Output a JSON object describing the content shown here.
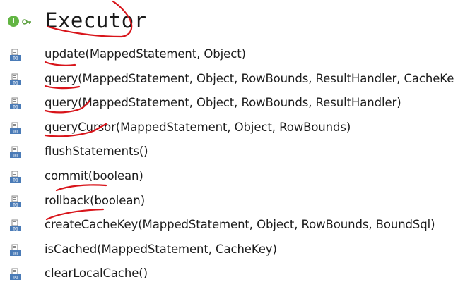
{
  "interface": {
    "title": "Executor",
    "badge_letter": "I",
    "badge_color": "#62b543",
    "icons": [
      "interface-icon",
      "lock-icon"
    ]
  },
  "methods": [
    {
      "name": "update",
      "params": "(MappedStatement, Object)",
      "icon": "method-icon"
    },
    {
      "name": "query",
      "params": "(MappedStatement, Object, RowBounds, ResultHandler, CacheKe",
      "icon": "method-icon"
    },
    {
      "name": "query",
      "params": "(MappedStatement, Object, RowBounds, ResultHandler)",
      "icon": "method-icon"
    },
    {
      "name": "queryCursor",
      "params": "(MappedStatement, Object, RowBounds)",
      "icon": "method-icon"
    },
    {
      "name": "flushStatements",
      "params": "()",
      "icon": "method-icon"
    },
    {
      "name": "commit",
      "params": "(boolean)",
      "icon": "method-icon"
    },
    {
      "name": "rollback",
      "params": "(boolean)",
      "icon": "method-icon"
    },
    {
      "name": "createCacheKey",
      "params": "(MappedStatement, Object, RowBounds, BoundSql)",
      "icon": "method-icon"
    },
    {
      "name": "isCached",
      "params": "(MappedStatement, CacheKey)",
      "icon": "method-icon"
    },
    {
      "name": "clearLocalCache",
      "params": "()",
      "icon": "method-icon"
    }
  ],
  "annotation_color": "#d8141a"
}
